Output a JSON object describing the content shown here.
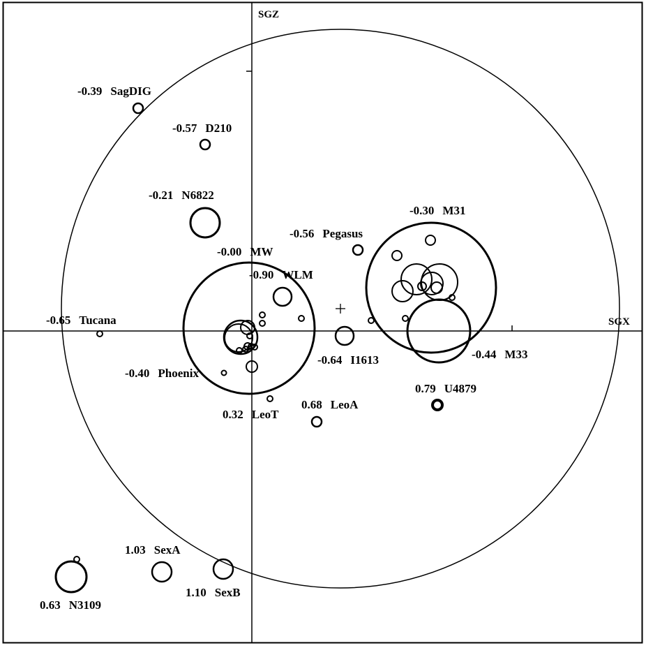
{
  "chart_data": {
    "type": "scatter",
    "axes": {
      "x_label": "SGX",
      "y_label": "SGZ"
    },
    "galaxies": [
      {
        "value": "-0.39",
        "name": "SagDIG"
      },
      {
        "value": "-0.57",
        "name": "D210"
      },
      {
        "value": "-0.21",
        "name": "N6822"
      },
      {
        "value": "-0.00",
        "name": "MW"
      },
      {
        "value": "-0.90",
        "name": "WLM"
      },
      {
        "value": "-0.56",
        "name": "Pegasus"
      },
      {
        "value": "-0.30",
        "name": "M31"
      },
      {
        "value": "-0.65",
        "name": "Tucana"
      },
      {
        "value": "-0.64",
        "name": "I1613"
      },
      {
        "value": "-0.44",
        "name": "M33"
      },
      {
        "value": "-0.40",
        "name": "Phoenix"
      },
      {
        "value": "0.79",
        "name": "U4879"
      },
      {
        "value": "0.32",
        "name": "LeoT"
      },
      {
        "value": "0.68",
        "name": "LeoA"
      },
      {
        "value": "1.03",
        "name": "SexA"
      },
      {
        "value": "1.10",
        "name": "SexB"
      },
      {
        "value": "0.63",
        "name": "N3109"
      }
    ]
  }
}
